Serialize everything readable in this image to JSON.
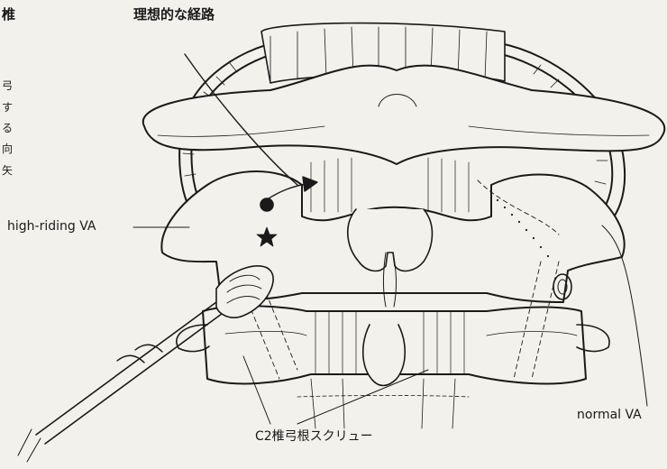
{
  "margin_text": {
    "heading": "椎",
    "vertical_chars": [
      "弓",
      "す",
      "る",
      "向",
      "矢"
    ]
  },
  "labels": {
    "ideal_path": "理想的な経路",
    "high_riding_va": "high-riding VA",
    "normal_va": "normal VA",
    "screw": "C2椎弓根スクリュー"
  },
  "colors": {
    "background": "#f3f1ec",
    "ink": "#1a1a1a",
    "shade": "#bdbab2"
  }
}
